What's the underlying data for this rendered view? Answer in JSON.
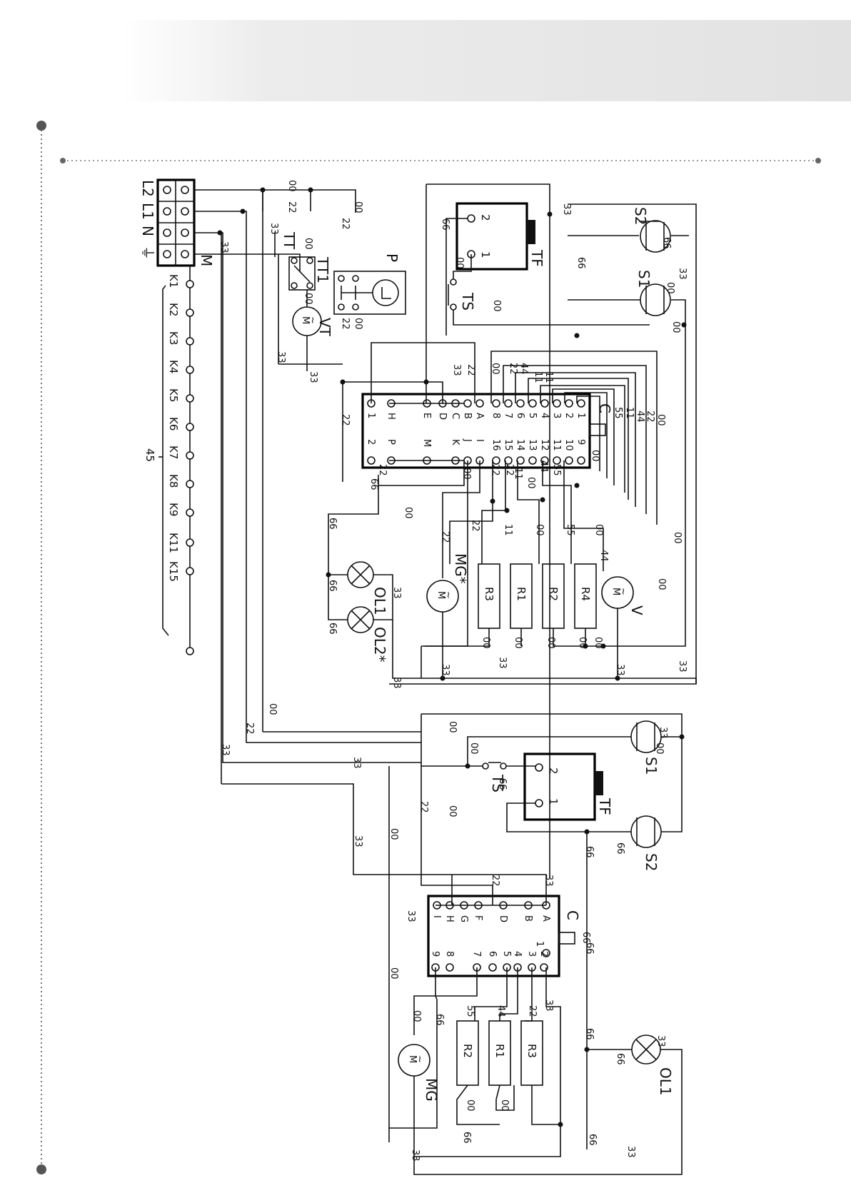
{
  "diagram": {
    "terminal_block": {
      "labels": [
        "L2",
        "L1",
        "N",
        "⏚"
      ],
      "motor_label": "M",
      "relay_contacts": [
        "K1",
        "K2",
        "K3",
        "K4",
        "K5",
        "K6",
        "K7",
        "K8",
        "K9",
        "K11",
        "K15"
      ],
      "relay_group_wire": "45"
    },
    "wire_codes": {
      "w00": "00",
      "w11": "11",
      "w22": "22",
      "w33": "33",
      "w44": "44",
      "w55": "55",
      "w66": "66"
    },
    "upper_unit": {
      "components": {
        "P": "P",
        "TT": "TT",
        "TT1": "TT1",
        "VT": "VT",
        "TF": "TF",
        "TS": "TS",
        "S1": "S1",
        "S2": "S2",
        "C": "C",
        "MG": "MG*",
        "V": "V",
        "OL1": "OL1",
        "OL2": "OL2*",
        "R1": "R1",
        "R2": "R2",
        "R3": "R3",
        "R4": "R4"
      },
      "connector_left": [
        "H",
        "E",
        "D",
        "C",
        "B",
        "A"
      ],
      "connector_mid": [
        "P",
        "M",
        "K",
        "J",
        "I"
      ],
      "connector_num_top": [
        "8",
        "7",
        "6",
        "5",
        "4",
        "3",
        "2",
        "1"
      ],
      "connector_num_bottom": [
        "16",
        "15",
        "14",
        "13",
        "12",
        "11",
        "10",
        "9"
      ],
      "plug_pins": [
        "1",
        "2"
      ]
    },
    "lower_unit": {
      "components": {
        "TF": "TF",
        "TS": "TS",
        "S1": "S1",
        "S2": "S2",
        "C": "C",
        "MG": "MG",
        "OL1": "OL1",
        "R1": "R1",
        "R2": "R2",
        "R3": "R3"
      },
      "connector_letters": [
        "I",
        "H",
        "G",
        "F",
        "D",
        "B",
        "A"
      ],
      "connector_numbers": [
        "9",
        "8",
        "7",
        "6",
        "5",
        "4",
        "3",
        "2",
        "1"
      ]
    },
    "motor_symbol": "M",
    "motor_tilde": "~",
    "tf_pins": [
      "2",
      "1"
    ]
  }
}
